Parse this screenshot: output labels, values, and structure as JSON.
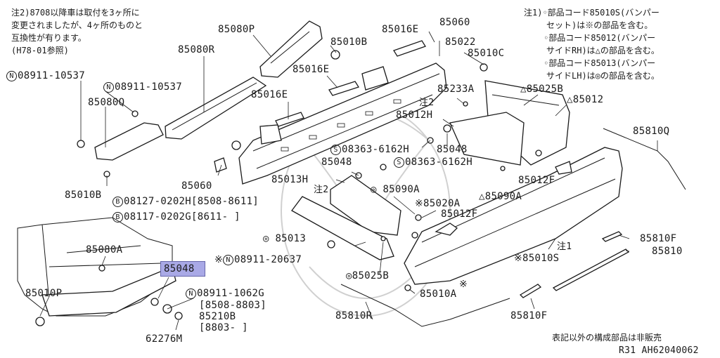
{
  "notes": {
    "note2_line1": "注2)8708以降車は取付を3ヶ所に",
    "note2_line2": "変更されましたが、4ヶ所のものと",
    "note2_line3": "互換性が有ります。",
    "note2_line4": "(H78-01参照)",
    "note1_line1": "注1)◦部品コード85010S(バンパー",
    "note1_line2": "セット)は※の部品を含む。",
    "note1_line3": "◦部品コード85012(バンパー",
    "note1_line4": "サイドRH)は△の部品を含む。",
    "note1_line5": "◦部品コード85013(バンパー",
    "note1_line6": "サイドLH)は◎の部品を含む。",
    "footer_note": "表記以外の構成部品は非販売",
    "diagram_code": "R31  AH62040062"
  },
  "labels": {
    "p85080P": "85080P",
    "p85010B_top": "85010B",
    "p85016E_top": "85016E",
    "p85060_top": "85060",
    "p85022": "85022",
    "p85010C": "85010C",
    "p85080R": "85080R",
    "p85016E_mid": "85016E",
    "n08911_10537_a": "08911-10537",
    "n08911_10537_b": "08911-10537",
    "p85080Q": "85080Q",
    "p85016E_low": "85016E",
    "p85233A": "85233A",
    "p85025B_top": "△85025B",
    "p85012": "△85012",
    "note2_tag": "注2",
    "p85012H": "85012H",
    "s08363_a": "08363-6162H",
    "p85048_mid": "85048",
    "p85048_left": "85048",
    "s08363_b": "08363-6162H",
    "p85012F_top": "85012F",
    "p85810Q": "85810Q",
    "p85013H": "85013H",
    "p85060_left": "85060",
    "note2_tag_b": "注2",
    "p85090A_a": "◎ 85090A",
    "p85090A_b": "△85090A",
    "p85010B_left": "85010B",
    "b08127": "08127-0202H[8508-8611]",
    "p85020A": "※85020A",
    "b08117": "08117-0202G[8611-   ]",
    "p85012F_low": "85012F",
    "p85013": "◎ 85013",
    "p85810F_a": "85810F",
    "p85080A": "85080A",
    "note1_tag": "注1",
    "p85810": "85810",
    "p85048_hl": "85048",
    "n08911_20637": "08911-20637",
    "n08911_20637_prefix": "※",
    "p85010S": "※85010S",
    "p85025B_low": "◎85025B",
    "asterisk": "※",
    "p85010P": "85010P",
    "n08911_1062G": "08911-1062G",
    "range_8508_8803": "[8508-8803]",
    "p85210B": "85210B",
    "range_8803": "[8803-   ]",
    "p85010A": "85010A",
    "p85810R": "85810R",
    "p85810F_b": "85810F",
    "p62276M": "62276M"
  },
  "symbols": {
    "n": "N",
    "s": "S",
    "b": "B"
  },
  "colors": {
    "highlight": "#a9a9e6",
    "ink": "#1a1a1a",
    "watermark": "#d0d0d0"
  }
}
